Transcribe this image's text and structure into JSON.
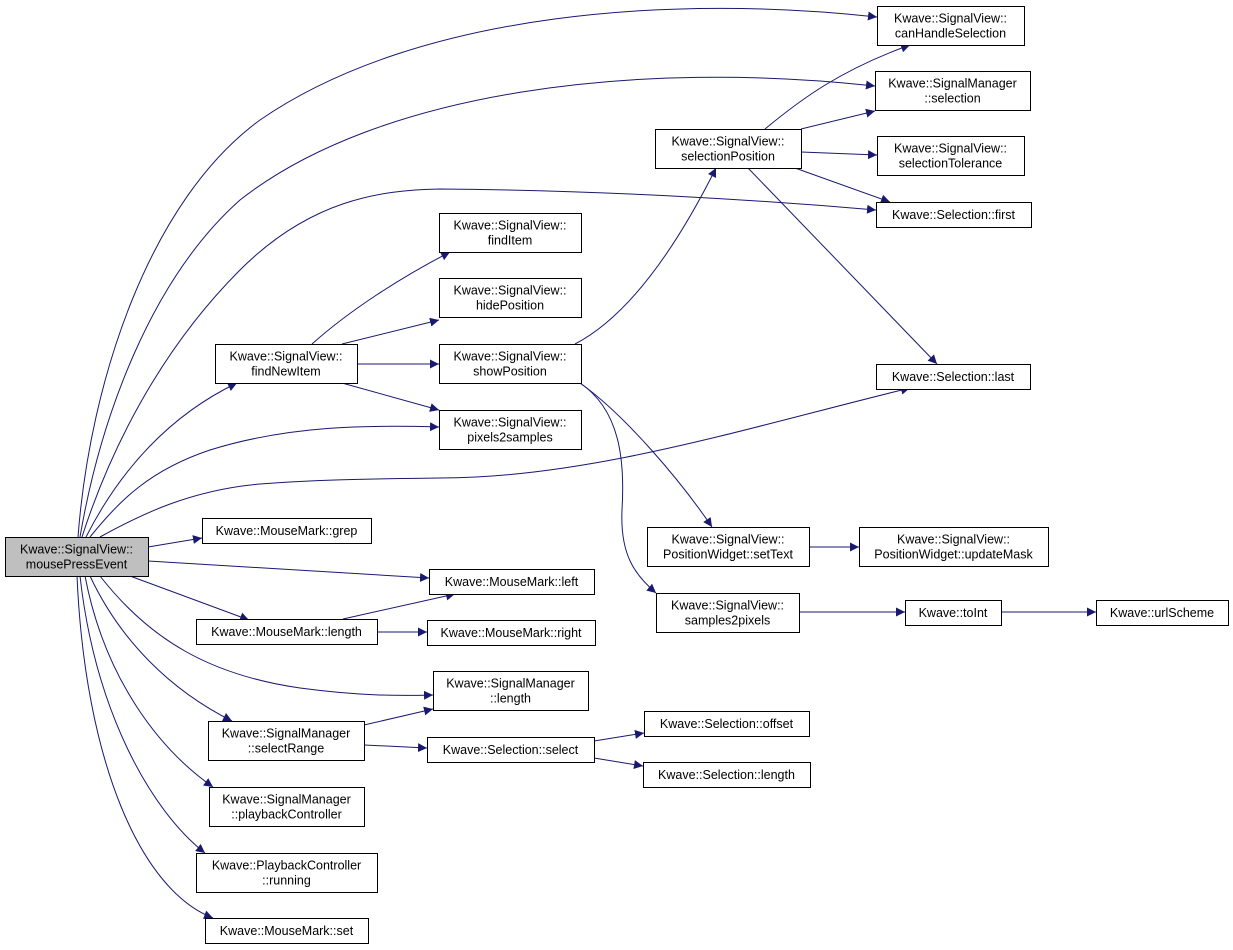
{
  "graph": {
    "nodes": [
      {
        "id": "mousePressEvent",
        "lines": [
          "Kwave::SignalView::",
          "mousePressEvent"
        ],
        "root": true
      },
      {
        "id": "canHandleSelection",
        "lines": [
          "Kwave::SignalView::",
          "canHandleSelection"
        ]
      },
      {
        "id": "smSelection",
        "lines": [
          "Kwave::SignalManager",
          "::selection"
        ]
      },
      {
        "id": "selectionPosition",
        "lines": [
          "Kwave::SignalView::",
          "selectionPosition"
        ]
      },
      {
        "id": "selectionTolerance",
        "lines": [
          "Kwave::SignalView::",
          "selectionTolerance"
        ]
      },
      {
        "id": "selFirst",
        "lines": [
          "Kwave::Selection::first"
        ]
      },
      {
        "id": "findItem",
        "lines": [
          "Kwave::SignalView::",
          "findItem"
        ]
      },
      {
        "id": "hidePosition",
        "lines": [
          "Kwave::SignalView::",
          "hidePosition"
        ]
      },
      {
        "id": "findNewItem",
        "lines": [
          "Kwave::SignalView::",
          "findNewItem"
        ]
      },
      {
        "id": "showPosition",
        "lines": [
          "Kwave::SignalView::",
          "showPosition"
        ]
      },
      {
        "id": "selLast",
        "lines": [
          "Kwave::Selection::last"
        ]
      },
      {
        "id": "pixels2samples",
        "lines": [
          "Kwave::SignalView::",
          "pixels2samples"
        ]
      },
      {
        "id": "mmGrep",
        "lines": [
          "Kwave::MouseMark::grep"
        ]
      },
      {
        "id": "setText",
        "lines": [
          "Kwave::SignalView::",
          "PositionWidget::setText"
        ]
      },
      {
        "id": "updateMask",
        "lines": [
          "Kwave::SignalView::",
          "PositionWidget::updateMask"
        ]
      },
      {
        "id": "mmLeft",
        "lines": [
          "Kwave::MouseMark::left"
        ]
      },
      {
        "id": "samples2pixels",
        "lines": [
          "Kwave::SignalView::",
          "samples2pixels"
        ]
      },
      {
        "id": "toInt",
        "lines": [
          "Kwave::toInt"
        ]
      },
      {
        "id": "urlScheme",
        "lines": [
          "Kwave::urlScheme"
        ]
      },
      {
        "id": "mmLength",
        "lines": [
          "Kwave::MouseMark::length"
        ]
      },
      {
        "id": "mmRight",
        "lines": [
          "Kwave::MouseMark::right"
        ]
      },
      {
        "id": "smLength",
        "lines": [
          "Kwave::SignalManager",
          "::length"
        ]
      },
      {
        "id": "selectRange",
        "lines": [
          "Kwave::SignalManager",
          "::selectRange"
        ]
      },
      {
        "id": "selSelect",
        "lines": [
          "Kwave::Selection::select"
        ]
      },
      {
        "id": "selOffset",
        "lines": [
          "Kwave::Selection::offset"
        ]
      },
      {
        "id": "selLength",
        "lines": [
          "Kwave::Selection::length"
        ]
      },
      {
        "id": "playbackController",
        "lines": [
          "Kwave::SignalManager",
          "::playbackController"
        ]
      },
      {
        "id": "pcRunning",
        "lines": [
          "Kwave::PlaybackController",
          "::running"
        ]
      },
      {
        "id": "mmSet",
        "lines": [
          "Kwave::MouseMark::set"
        ]
      }
    ],
    "edges": [
      [
        "mousePressEvent",
        "canHandleSelection"
      ],
      [
        "mousePressEvent",
        "smSelection"
      ],
      [
        "mousePressEvent",
        "selFirst"
      ],
      [
        "mousePressEvent",
        "findNewItem"
      ],
      [
        "mousePressEvent",
        "pixels2samples"
      ],
      [
        "mousePressEvent",
        "selLast"
      ],
      [
        "mousePressEvent",
        "mmGrep"
      ],
      [
        "mousePressEvent",
        "mmLeft"
      ],
      [
        "mousePressEvent",
        "mmLength"
      ],
      [
        "mousePressEvent",
        "smLength"
      ],
      [
        "mousePressEvent",
        "selectRange"
      ],
      [
        "mousePressEvent",
        "playbackController"
      ],
      [
        "mousePressEvent",
        "pcRunning"
      ],
      [
        "mousePressEvent",
        "mmSet"
      ],
      [
        "findNewItem",
        "findItem"
      ],
      [
        "findNewItem",
        "hidePosition"
      ],
      [
        "findNewItem",
        "showPosition"
      ],
      [
        "findNewItem",
        "pixels2samples"
      ],
      [
        "showPosition",
        "selectionPosition"
      ],
      [
        "showPosition",
        "setText"
      ],
      [
        "showPosition",
        "samples2pixels"
      ],
      [
        "selectionPosition",
        "canHandleSelection"
      ],
      [
        "selectionPosition",
        "smSelection"
      ],
      [
        "selectionPosition",
        "selectionTolerance"
      ],
      [
        "selectionPosition",
        "selFirst"
      ],
      [
        "selectionPosition",
        "selLast"
      ],
      [
        "setText",
        "updateMask"
      ],
      [
        "samples2pixels",
        "toInt"
      ],
      [
        "toInt",
        "urlScheme"
      ],
      [
        "mmLength",
        "mmLeft"
      ],
      [
        "mmLength",
        "mmRight"
      ],
      [
        "selectRange",
        "smLength"
      ],
      [
        "selectRange",
        "selSelect"
      ],
      [
        "selSelect",
        "selOffset"
      ],
      [
        "selSelect",
        "selLength"
      ]
    ]
  },
  "colors": {
    "edge": "#191970",
    "root_fill": "#bfbfbf",
    "node_fill": "#ffffff",
    "node_border": "#000000"
  }
}
